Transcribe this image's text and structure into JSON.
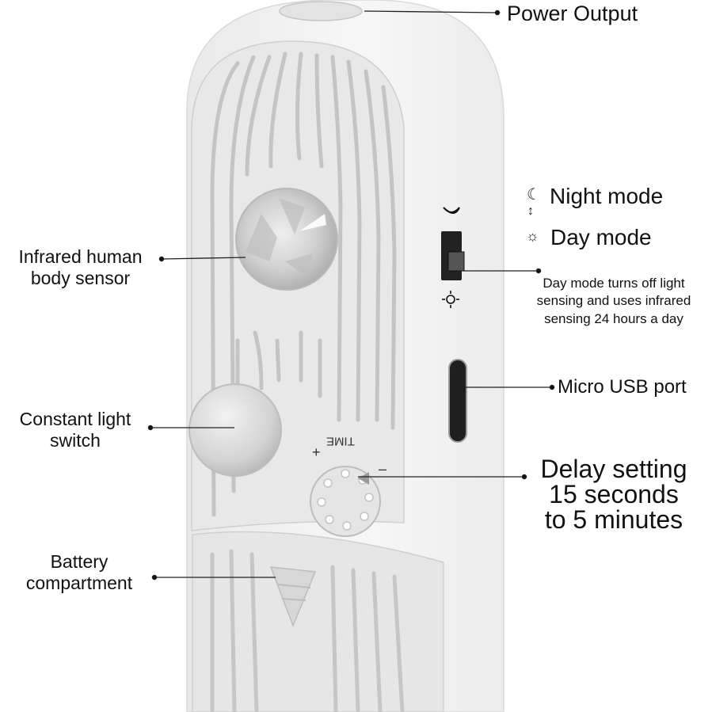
{
  "labels": {
    "power_output": "Power Output",
    "infrared_sensor": [
      "Infrared human",
      "body sensor"
    ],
    "constant_light": [
      "Constant light",
      "switch"
    ],
    "battery": [
      "Battery",
      "compartment"
    ],
    "night_mode": "Night mode",
    "day_mode": "Day mode",
    "day_mode_note": [
      "Day mode turns off light",
      "sensing and uses infrared",
      "sensing 24 hours a day"
    ],
    "micro_usb": "Micro USB port",
    "delay_setting": [
      "Delay setting",
      "15 seconds",
      "to 5 minutes"
    ]
  },
  "device_markings": {
    "time": "TIME",
    "plus": "+",
    "minus": "–"
  },
  "icons": {
    "moon": "☾",
    "sun": "☼",
    "arrow": "↕"
  },
  "colors": {
    "device_body": "#f4f4f4",
    "front_panel": "#e7e7e7",
    "groove": "#c9c9c9",
    "text": "#111111"
  }
}
